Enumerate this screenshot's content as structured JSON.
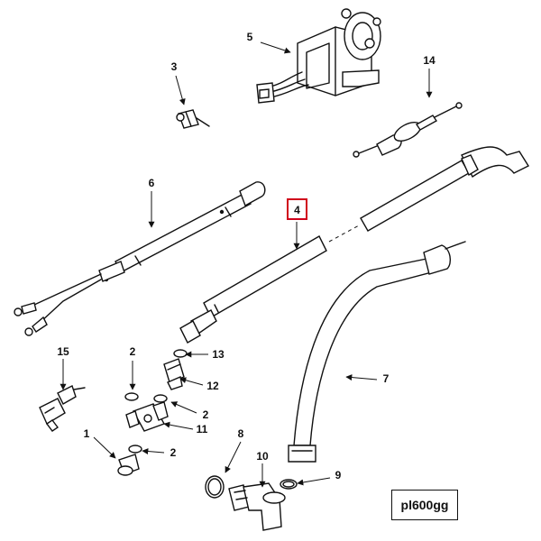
{
  "callouts": {
    "c1": "1",
    "c2a": "2",
    "c2b": "2",
    "c2c": "2",
    "c3": "3",
    "c4": "4",
    "c5": "5",
    "c6": "6",
    "c7": "7",
    "c8": "8",
    "c9": "9",
    "c10": "10",
    "c11": "11",
    "c12": "12",
    "c13": "13",
    "c14": "14",
    "c15": "15"
  },
  "highlighted_callout": "4",
  "highlight_color": "#d0021b",
  "figure_code": "pl600gg"
}
